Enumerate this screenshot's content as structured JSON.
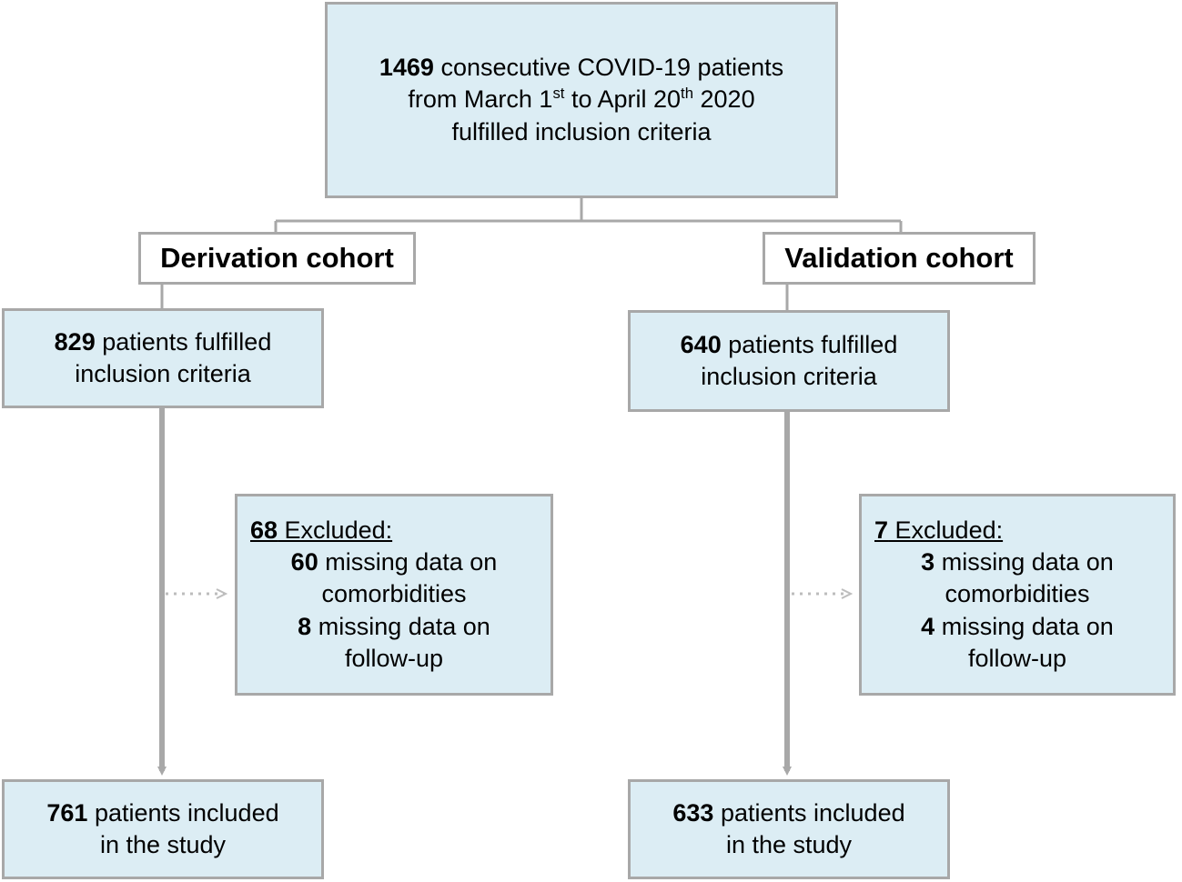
{
  "diagram": {
    "title": "COVID-19 study patient flow diagram",
    "colors": {
      "box_fill": "#dcedf4",
      "box_border": "#a8a8a8",
      "label_fill": "#ffffff",
      "connector": "#a8a8a8",
      "dotted_connector": "#bfbfbf",
      "text": "#000000",
      "background": "#ffffff"
    }
  },
  "source": {
    "count": "1469",
    "line1_rest": " consecutive  COVID-19 patients",
    "line2_a": "from March 1",
    "line2_sup1": "st",
    "line2_b": " to April 20",
    "line2_sup2": "th",
    "line2_c": " 2020",
    "line3": "fulfilled inclusion criteria"
  },
  "branches": {
    "derivation": {
      "label": "Derivation cohort",
      "enrolled": {
        "count": "829",
        "line1_rest": " patients fulfilled",
        "line2": "inclusion criteria"
      },
      "excluded": {
        "count": "68",
        "head_rest": " Excluded:",
        "items": [
          {
            "count": "60",
            "line1_rest": " missing data on",
            "line2": "comorbidities"
          },
          {
            "count": "8",
            "line1_rest": " missing data on",
            "line2": "follow-up"
          }
        ]
      },
      "included": {
        "count": "761",
        "line1_rest": " patients included",
        "line2": "in the study"
      }
    },
    "validation": {
      "label": "Validation cohort",
      "enrolled": {
        "count": "640",
        "line1_rest": " patients fulfilled",
        "line2": "inclusion criteria"
      },
      "excluded": {
        "count": "7",
        "head_rest": " Excluded:",
        "items": [
          {
            "count": "3",
            "line1_rest": " missing data on",
            "line2": "comorbidities"
          },
          {
            "count": "4",
            "line1_rest": " missing data on",
            "line2": "follow-up"
          }
        ]
      },
      "included": {
        "count": "633",
        "line1_rest": " patients included",
        "line2": "in the study"
      }
    }
  }
}
